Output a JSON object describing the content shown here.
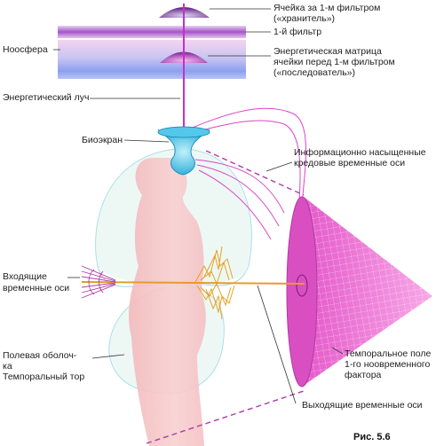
{
  "labels": {
    "cell_beyond_filter": "Ячейка за  1-м фильтром",
    "cell_keeper": "(«хранитель»)",
    "filter_1": "1-й фильтр",
    "noosphere": "Ноосфера",
    "matrix_line1": "Энергетическая матрица",
    "matrix_line2": "ячейки перед 1-м фильтром",
    "matrix_line3": "(«последователь»)",
    "energy_beam": "Энергетический луч",
    "bioscreen": "Биоэкран",
    "info_axes_line1": "Информационно насыщенные",
    "info_axes_line2": "кредовые временные оси",
    "incoming_line1": "Входящие",
    "incoming_line2": "временные оси",
    "field_shell_line1": "Полевая оболоч-",
    "field_shell_line2": "ка",
    "temporal_torus": "Темпоральный тор",
    "temporal_field_line1": "Темпоральное поле",
    "temporal_field_line2": "1-го нoовременного",
    "temporal_field_line3": "фактора",
    "outgoing_axes": "Выходящие временные оси"
  },
  "figure_caption": "Рис. 5.6",
  "colors": {
    "magenta": "#d63bd0",
    "pink_cone": "#f07fd6",
    "filter_top": "#a653c8",
    "noosphere_band": "#9aa8f0",
    "bioscreen": "#2fb7e0",
    "body": "#f6c6c6",
    "shell": "#bfe8dc",
    "lightning": "#f0a018"
  }
}
